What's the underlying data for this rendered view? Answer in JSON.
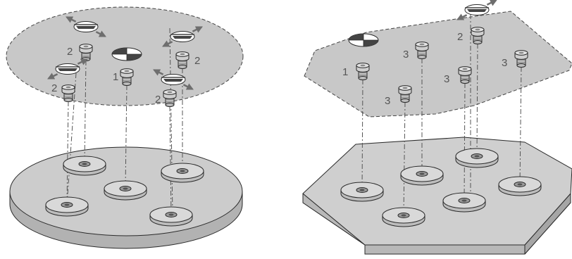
{
  "colors": {
    "plate_fill": "#c8c8c8",
    "plate_top": "#d0d0d0",
    "plate_edge": "#b2b2b2",
    "outline": "#2a2a2a",
    "pad_fill": "#d9d9d9",
    "pin_fill": "#bdbdbd",
    "arrow": "#6e6e6e",
    "label": "#555555",
    "leader": "#555555"
  },
  "left": {
    "labels": [
      {
        "id": "l-label-2a",
        "text": "2"
      },
      {
        "id": "l-label-1",
        "text": "1"
      },
      {
        "id": "l-label-2b",
        "text": "2"
      },
      {
        "id": "l-label-2c",
        "text": "2"
      },
      {
        "id": "l-label-2d",
        "text": "2"
      }
    ]
  },
  "right": {
    "labels": [
      {
        "id": "r-label-1",
        "text": "1"
      },
      {
        "id": "r-label-3a",
        "text": "3"
      },
      {
        "id": "r-label-2",
        "text": "2"
      },
      {
        "id": "r-label-3b",
        "text": "3"
      },
      {
        "id": "r-label-3c",
        "text": "3"
      },
      {
        "id": "r-label-3d",
        "text": "3"
      }
    ]
  }
}
